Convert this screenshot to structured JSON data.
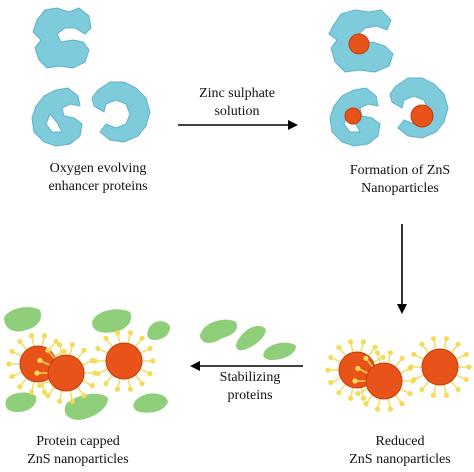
{
  "labels": {
    "oxygen_line1": "Oxygen evolving",
    "oxygen_line2": "enhancer proteins",
    "arrow1_line1": "Zinc sulphate",
    "arrow1_line2": "solution",
    "formation_line1": "Formation of ZnS",
    "formation_line2": "Nanoparticles",
    "reduced_line1": "Reduced",
    "reduced_line2": "ZnS nanoparticles",
    "stabilizing_line1": "Stabilizing",
    "stabilizing_line2": "proteins",
    "capped_line1": "Protein capped",
    "capped_line2": "ZnS nanoparticles"
  },
  "colors": {
    "protein": "#7ecbdc",
    "protein_edge": "#5fb2c8",
    "nanoparticle": "#e8531a",
    "nanoparticle_edge": "#c03d0c",
    "ligand": "#f2dc5a",
    "stabilizer": "#8fcf7a",
    "arrow": "#000000"
  }
}
